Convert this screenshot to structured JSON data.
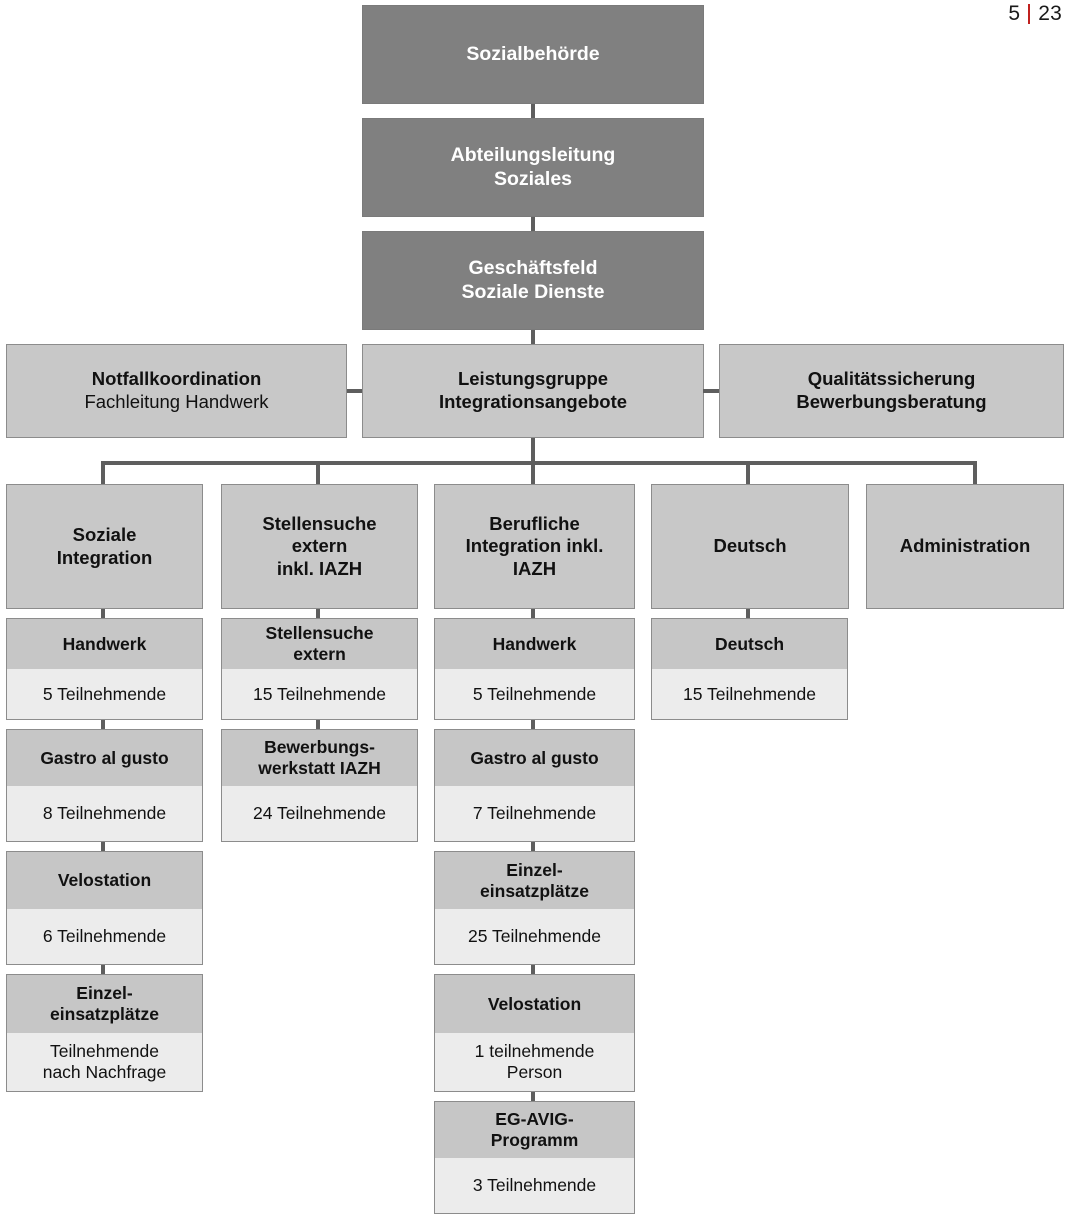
{
  "folio": {
    "page": "5",
    "total": "23",
    "separator_color": "#c0211f"
  },
  "chart_data": {
    "type": "diagram",
    "title": "Organigramm Geschäftsfeld Soziale Dienste",
    "colors": {
      "level_top_fill": "#808080",
      "level_top_text": "#ffffff",
      "unit_fill": "#c8c8c8",
      "card_header_fill": "#c6c6c6",
      "card_body_fill": "#ececec",
      "border": "#8c8c8c",
      "connector": "#5e5e5e"
    },
    "hierarchy": {
      "root": "Sozialbehörde",
      "chain": [
        "Sozialbehörde",
        "Abteilungsleitung Soziales",
        "Geschäftsfeld Soziale Dienste"
      ],
      "departments": [
        "Notfallkoordination / Fachleitung Handwerk",
        "Leistungsgruppe Integrationsangebote",
        "Qualitätssicherung Bewerbungsberatung"
      ],
      "groups": [
        "Soziale Integration",
        "Stellensuche extern inkl. IAZH",
        "Berufliche Integration inkl. IAZH",
        "Deutsch",
        "Administration"
      ]
    },
    "programs": [
      {
        "group": "Soziale Integration",
        "name": "Handwerk",
        "participants": 5,
        "participants_label": "5 Teilnehmende"
      },
      {
        "group": "Soziale Integration",
        "name": "Gastro al gusto",
        "participants": 8,
        "participants_label": "8 Teilnehmende"
      },
      {
        "group": "Soziale Integration",
        "name": "Velostation",
        "participants": 6,
        "participants_label": "6 Teilnehmende"
      },
      {
        "group": "Soziale Integration",
        "name": "Einzeleinsatzplätze",
        "participants": null,
        "participants_label": "Teilnehmende nach Nachfrage"
      },
      {
        "group": "Stellensuche extern inkl. IAZH",
        "name": "Stellensuche extern",
        "participants": 15,
        "participants_label": "15 Teilnehmende"
      },
      {
        "group": "Stellensuche extern inkl. IAZH",
        "name": "Bewerbungswerkstatt IAZH",
        "participants": 24,
        "participants_label": "24 Teilnehmende"
      },
      {
        "group": "Berufliche Integration inkl. IAZH",
        "name": "Handwerk",
        "participants": 5,
        "participants_label": "5 Teilnehmende"
      },
      {
        "group": "Berufliche Integration inkl. IAZH",
        "name": "Gastro al gusto",
        "participants": 7,
        "participants_label": "7 Teilnehmende"
      },
      {
        "group": "Berufliche Integration inkl. IAZH",
        "name": "Einzeleinsatzplätze",
        "participants": 25,
        "participants_label": "25 Teilnehmende"
      },
      {
        "group": "Berufliche Integration inkl. IAZH",
        "name": "Velostation",
        "participants": 1,
        "participants_label": "1 teilnehmende Person"
      },
      {
        "group": "Berufliche Integration inkl. IAZH",
        "name": "EG-AVIG-Programm",
        "participants": 3,
        "participants_label": "3 Teilnehmende"
      },
      {
        "group": "Deutsch",
        "name": "Deutsch",
        "participants": 15,
        "participants_label": "15 Teilnehmende"
      }
    ]
  },
  "level1": {
    "title": "Sozialbehörde"
  },
  "level2": {
    "line1": "Abteilungsleitung",
    "line2": "Soziales"
  },
  "level3": {
    "line1": "Geschäftsfeld",
    "line2": "Soziale Dienste"
  },
  "departments": {
    "notfall": {
      "line1": "Notfallkoordination",
      "line2": "Fachleitung Handwerk"
    },
    "leistung": {
      "line1": "Leistungsgruppe",
      "line2": "Integrationsangebote"
    },
    "qualitaet": {
      "line1": "Qualitätssicherung",
      "line2": "Bewerbungsberatung"
    }
  },
  "groups": {
    "g1": {
      "line1": "Soziale",
      "line2": "Integration"
    },
    "g2": {
      "line1": "Stellensuche",
      "line2": "extern",
      "line3": "inkl. IAZH"
    },
    "g3": {
      "line1": "Berufliche",
      "line2": "Integration inkl.",
      "line3": "IAZH"
    },
    "g4": {
      "line1": "Deutsch"
    },
    "g5": {
      "line1": "Administration"
    }
  },
  "col1": {
    "c1": {
      "title": "Handwerk",
      "value": "5 Teilnehmende"
    },
    "c2": {
      "title": "Gastro al gusto",
      "value": "8 Teilnehmende"
    },
    "c3": {
      "title": "Velostation",
      "value": "6 Teilnehmende"
    },
    "c4": {
      "title_line1": "Einzel-",
      "title_line2": "einsatzplätze",
      "value_line1": "Teilnehmende",
      "value_line2": "nach Nachfrage"
    }
  },
  "col2": {
    "c1": {
      "title_line1": "Stellensuche",
      "title_line2": "extern",
      "value": "15 Teilnehmende"
    },
    "c2": {
      "title_line1": "Bewerbungs-",
      "title_line2": "werkstatt IAZH",
      "value": "24 Teilnehmende"
    }
  },
  "col3": {
    "c1": {
      "title": "Handwerk",
      "value": "5 Teilnehmende"
    },
    "c2": {
      "title": "Gastro al gusto",
      "value": "7 Teilnehmende"
    },
    "c3": {
      "title_line1": "Einzel-",
      "title_line2": "einsatzplätze",
      "value": "25 Teilnehmende"
    },
    "c4": {
      "title": "Velostation",
      "value_line1": "1 teilnehmende",
      "value_line2": "Person"
    },
    "c5": {
      "title_line1": "EG-AVIG-",
      "title_line2": "Programm",
      "value": "3 Teilnehmende"
    }
  },
  "col4": {
    "c1": {
      "title": "Deutsch",
      "value": "15 Teilnehmende"
    }
  }
}
